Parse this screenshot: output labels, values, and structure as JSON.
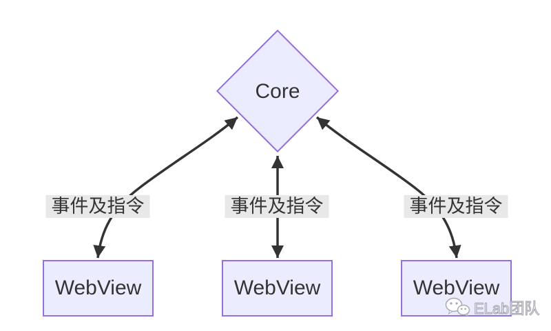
{
  "diagram": {
    "type": "flowchart",
    "nodes": {
      "core": {
        "label": "Core",
        "shape": "diamond"
      },
      "webviews": [
        {
          "label": "WebView",
          "shape": "rect"
        },
        {
          "label": "WebView",
          "shape": "rect"
        },
        {
          "label": "WebView",
          "shape": "rect"
        }
      ]
    },
    "edges": [
      {
        "from": "WebView",
        "to": "Core",
        "label": "事件及指令",
        "bidirectional": true
      },
      {
        "from": "WebView",
        "to": "Core",
        "label": "事件及指令",
        "bidirectional": true
      },
      {
        "from": "WebView",
        "to": "Core",
        "label": "事件及指令",
        "bidirectional": true
      }
    ],
    "colors": {
      "node_fill": "#ECECFF",
      "node_border": "#9370DB",
      "text": "#333333",
      "arrow": "#333333",
      "edge_label_bg": "#e8e8e8",
      "background": "#ffffff"
    }
  },
  "watermark": {
    "icon": "wechat-icon",
    "text": "ELab团队"
  }
}
